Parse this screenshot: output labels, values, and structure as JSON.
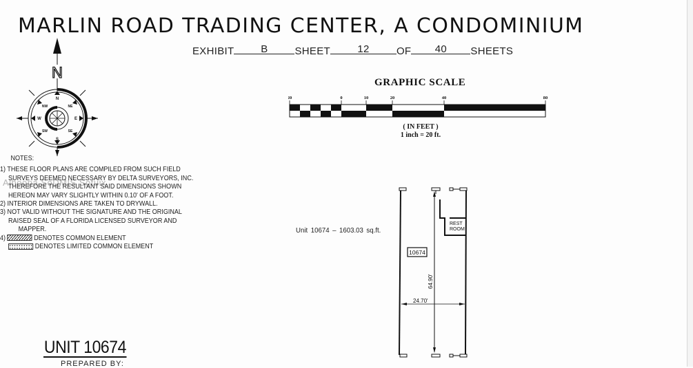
{
  "document": {
    "title": "MARLIN ROAD TRADING CENTER, A CONDOMINIUM",
    "exhibit": {
      "exhibit_label": "EXHIBIT",
      "exhibit_value": "B",
      "sheet_label": "SHEET",
      "sheet_value": "12",
      "of_label": "OF",
      "of_value": "40",
      "sheets_label": "SHEETS"
    },
    "compass": {
      "north_label": "N",
      "points": [
        "N",
        "NE",
        "E",
        "SE",
        "S",
        "SW",
        "W",
        "NW"
      ]
    },
    "notes": {
      "heading": "NOTES:",
      "items": [
        {
          "num": "1)",
          "lines": [
            "THESE FLOOR PLANS ARE COMPILED FROM SUCH FIELD",
            "SURVEYS DEEMED NECESSARY BY DELTA SURVEYORS, INC.",
            "THEREFORE THE RESULTANT SAID DIMENSIONS SHOWN",
            "HEREON MAY VARY SLIGHTLY WITHIN 0.10' OF A FOOT."
          ]
        },
        {
          "num": "2)",
          "lines": [
            "INTERIOR DIMENSIONS ARE TAKEN TO DRYWALL."
          ]
        },
        {
          "num": "3)",
          "lines": [
            "NOT VALID WITHOUT THE SIGNATURE AND THE ORIGINAL",
            "RAISED SEAL OF A FLORIDA LICENSED SURVEYOR AND",
            "MAPPER."
          ]
        }
      ],
      "legend": [
        {
          "num": "4)",
          "pattern": "hatch",
          "text": "DENOTES COMMON ELEMENT"
        },
        {
          "num": "",
          "pattern": "dots",
          "text": "DENOTES LIMITED COMMON ELEMENT"
        }
      ]
    },
    "watermark": "Alhoopa  SoDMIS  Sotuix",
    "graphic_scale": {
      "title": "GRAPHIC SCALE",
      "ticks": [
        "20",
        "0",
        "10",
        "20",
        "40",
        "80"
      ],
      "units": "( IN FEET )",
      "ratio": "1 inch = 20 ft."
    },
    "unit_area": "Unit 10674 – 1603.03  sq.ft.",
    "floor_plan": {
      "unit_tag": "10674",
      "rest_room_line1": "REST",
      "rest_room_line2": "ROOM",
      "depth": "64.90'",
      "width": "24.70'"
    },
    "unit_heading": "UNIT 10674",
    "prepared_by": "PREPARED BY:"
  }
}
